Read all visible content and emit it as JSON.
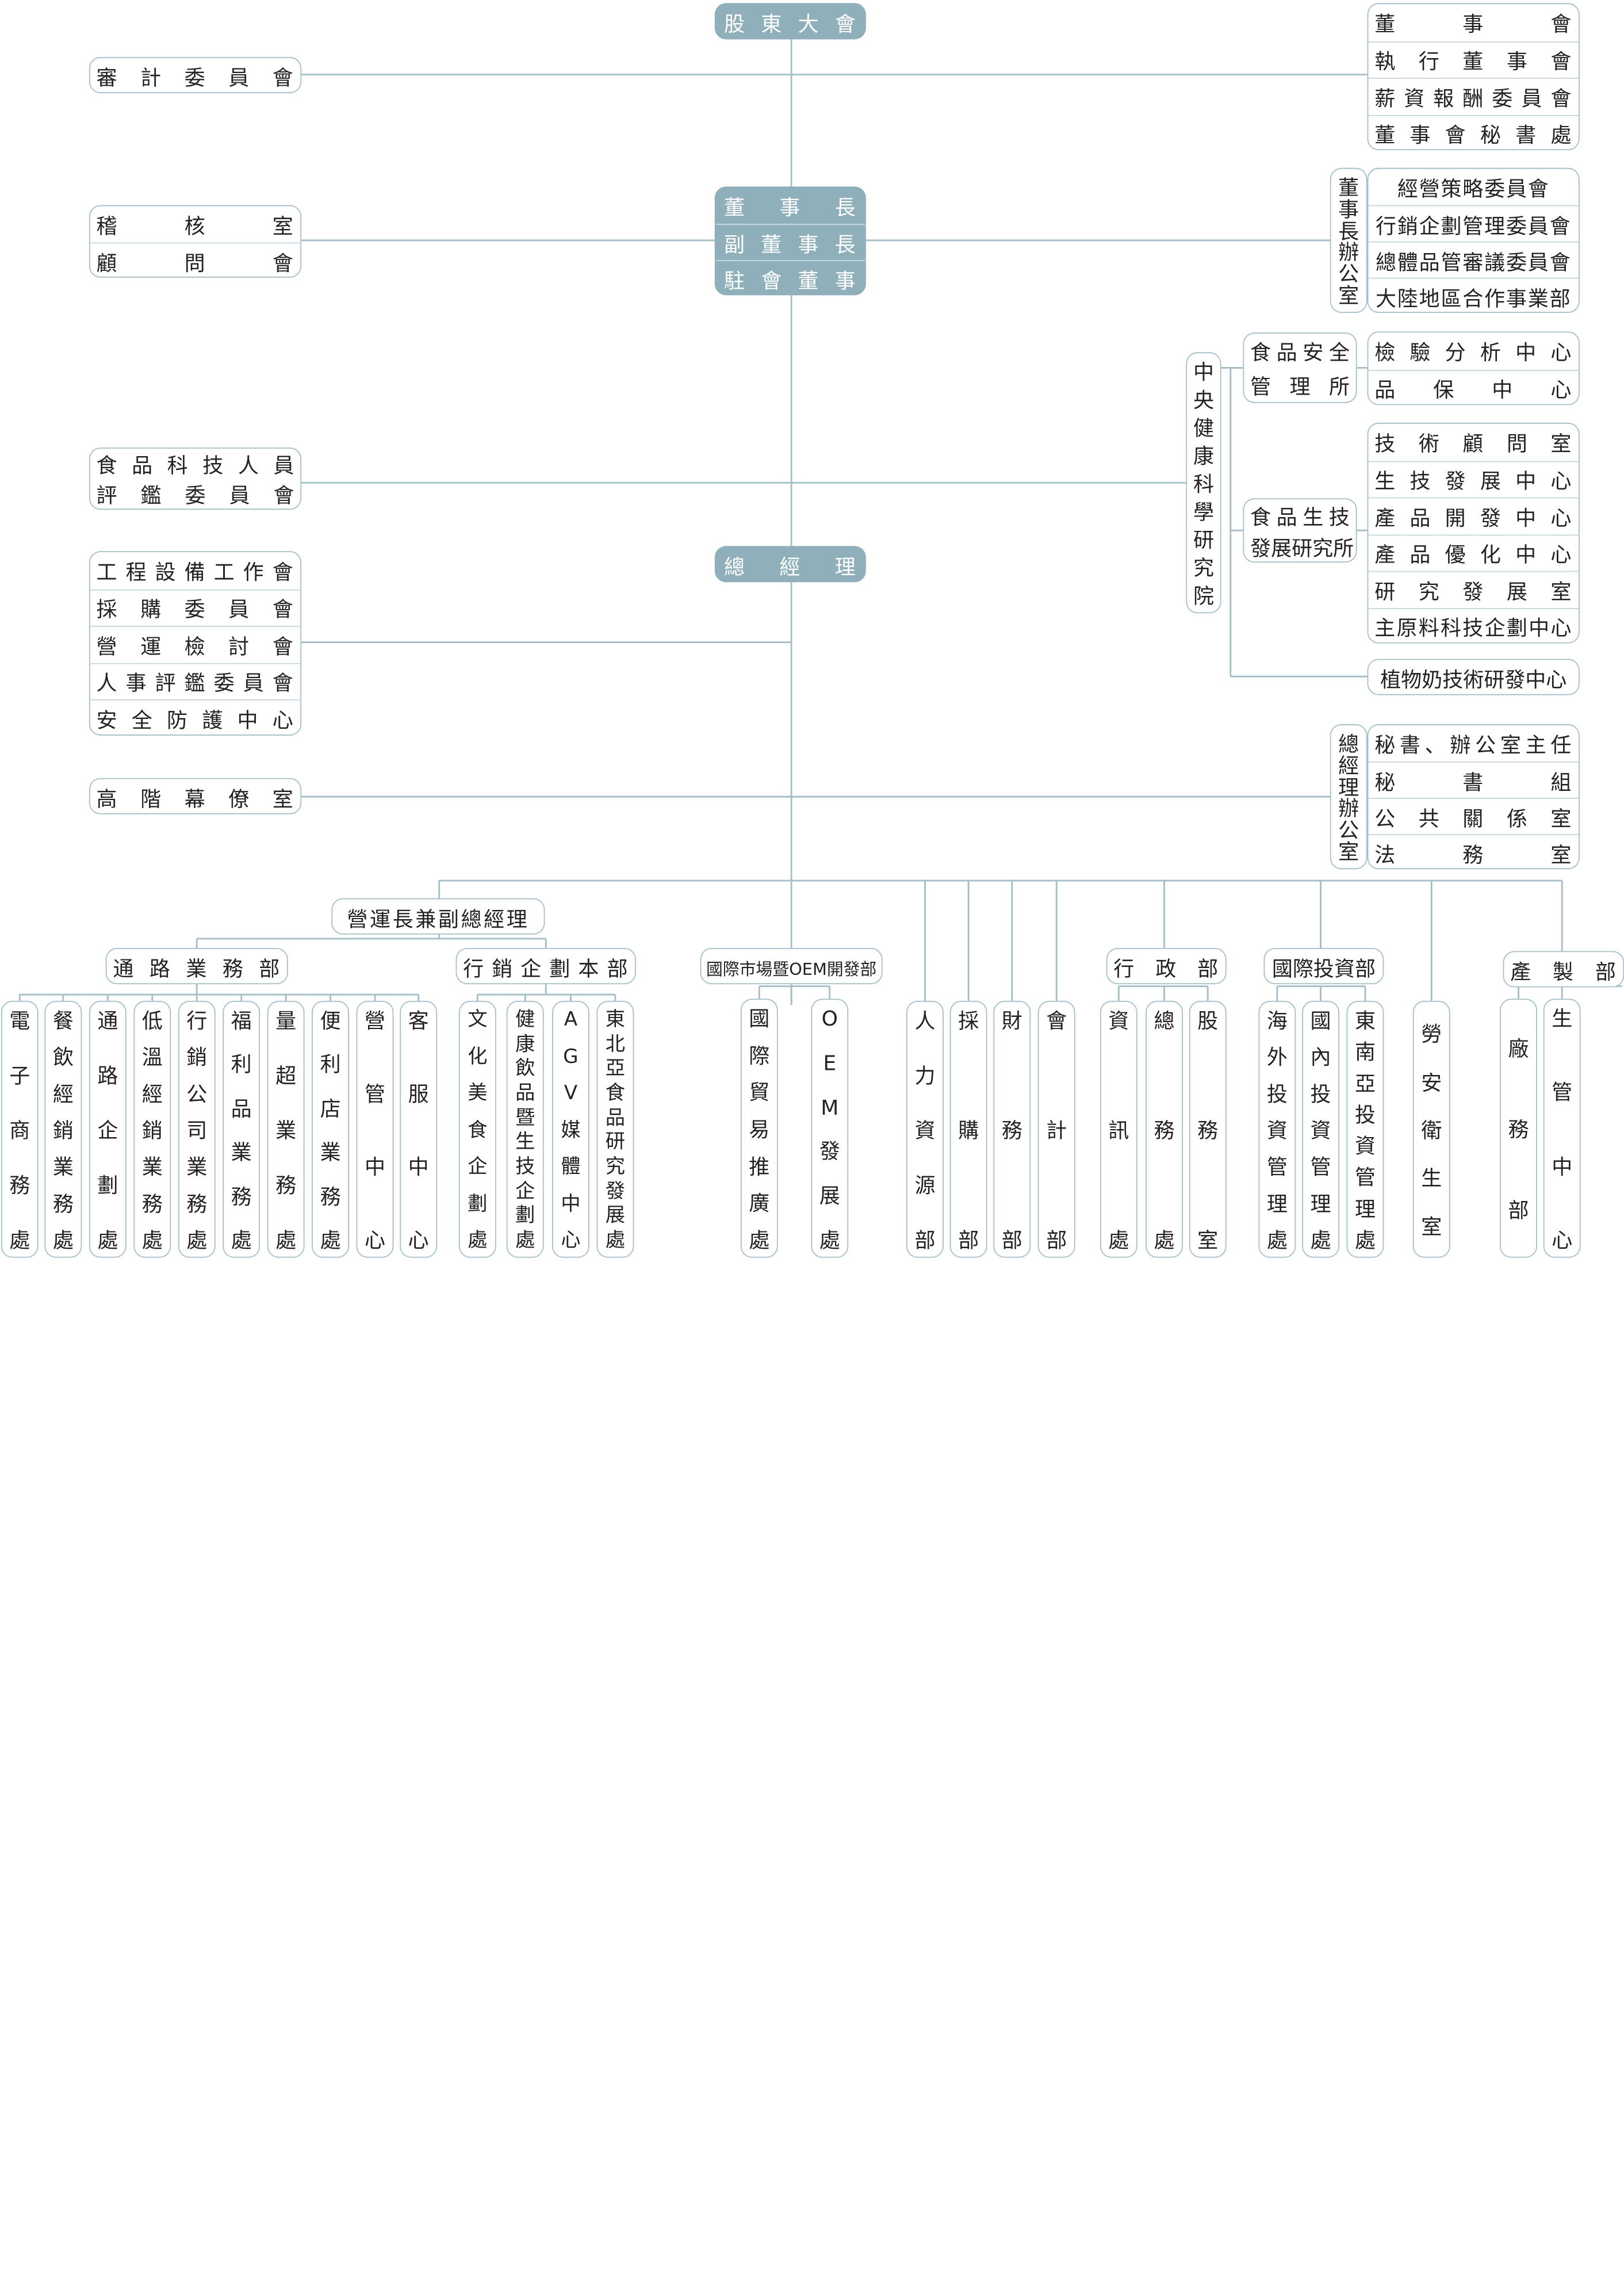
{
  "colors": {
    "line": "#a5bfc8",
    "top_fill": "#8fb0ba",
    "divider": "#c5d6dc"
  },
  "board": {
    "shareholders": "股東大會",
    "chairman_rows": [
      "董事長",
      "副董事長",
      "駐會董事"
    ],
    "president": "總經理"
  },
  "left": {
    "audit": "審計委員會",
    "audit_office": [
      "稽核室",
      "顧問會"
    ],
    "food_eval": [
      "食品科技人員",
      "評鑑委員會"
    ],
    "gm_committees": [
      "工程設備工作會",
      "採購委員會",
      "營運檢討會",
      "人事評鑑委員會",
      "安全防護中心"
    ],
    "staff": "高階幕僚室"
  },
  "right": {
    "board_group": [
      "董事會",
      "執行董事會",
      "薪資報酬委員會",
      "董事會秘書處"
    ],
    "chair_office_label": "董事長辦公室",
    "chair_office": [
      "經營策略委員會",
      "行銷企劃管理委員會",
      "總體品管審議委員會",
      "大陸地區合作事業部"
    ],
    "institute": "中央健康科學研究院",
    "food_safety_label": [
      "食品安全",
      "管理所"
    ],
    "food_safety": [
      "檢驗分析中心",
      "品保中心"
    ],
    "biotech_label": [
      "食品生技",
      "發展研究所"
    ],
    "biotech": [
      "技術顧問室",
      "生技發展中心",
      "產品開發中心",
      "產品優化中心",
      "研究發展室",
      "主原料科技企劃中心"
    ],
    "plant_milk": "植物奶技術研發中心",
    "gm_office_label": "總經理辦公室",
    "gm_office": [
      "秘書、辦公室主任",
      "秘書組",
      "公共關係室",
      "法務室"
    ]
  },
  "bottom": {
    "coo": "營運長兼副總經理",
    "channel_dept": "通路業務部",
    "channel_units": [
      "電子商務處",
      "餐飲經銷業務處",
      "通路企劃處",
      "低溫經銷業務處",
      "行銷公司業務處",
      "福利品業務處",
      "量超業務處",
      "便利店業務處",
      "營管中心",
      "客服中心"
    ],
    "marketing_dept": "行銷企劃本部",
    "marketing_units": [
      "文化美食企劃處",
      "健康飲品暨生技企劃處",
      "AGV媒體中心",
      "東北亞食品研究發展處"
    ],
    "intl_dept": "國際市場暨OEM開發部",
    "intl_units": [
      "國際貿易推廣處",
      "OEM發展處"
    ],
    "direct_units": [
      "人力資源部",
      "採購部",
      "財務部",
      "會計部"
    ],
    "admin_dept": "行政部",
    "admin_units": [
      "資訊處",
      "總務處",
      "股務室"
    ],
    "invest_dept": "國際投資部",
    "invest_units": [
      "海外投資管理處",
      "國內投資管理處",
      "東南亞投資管理處"
    ],
    "safety": "勞安衛生室",
    "mfg_dept": "產製部",
    "mfg_units": [
      "廠務部",
      "生管中心"
    ]
  }
}
